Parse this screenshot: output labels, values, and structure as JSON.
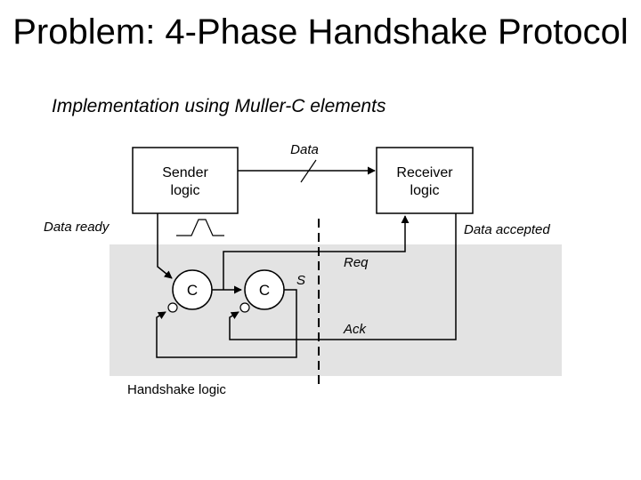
{
  "slide": {
    "title": "Problem: 4-Phase Handshake Protocol",
    "subtitle": "Implementation using Muller-C elements"
  },
  "diagram": {
    "sender_label_1": "Sender",
    "sender_label_2": "logic",
    "receiver_label_1": "Receiver",
    "receiver_label_2": "logic",
    "data_label": "Data",
    "data_ready_label": "Data ready",
    "data_accepted_label": "Data accepted",
    "req_label": "Req",
    "ack_label": "Ack",
    "s_label": "S",
    "c1_label": "C",
    "c2_label": "C",
    "handshake_label": "Handshake logic",
    "colors": {
      "shaded_region": "#e3e3e3",
      "stroke": "#000000"
    }
  }
}
